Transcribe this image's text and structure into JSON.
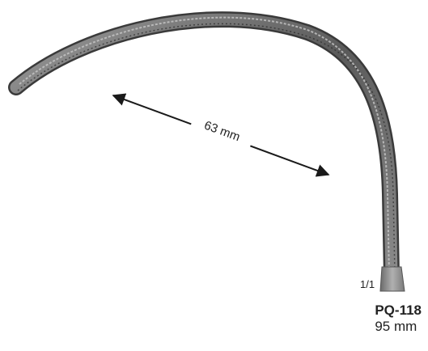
{
  "product": {
    "code": "PQ-118",
    "length": "95 mm",
    "scale": "1/1",
    "dimension_label": "63 mm"
  },
  "colors": {
    "instrument_dark": "#3a3a3a",
    "instrument_mid": "#8c8c8c",
    "instrument_light": "#cfcfcf",
    "text": "#222222"
  }
}
